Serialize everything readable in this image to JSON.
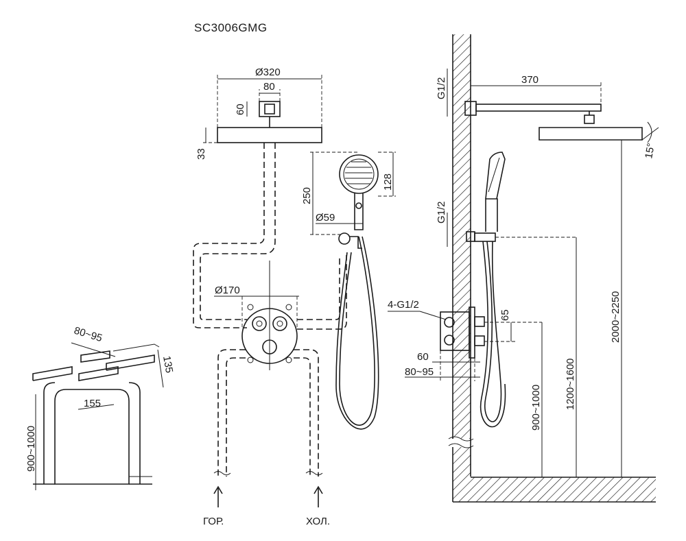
{
  "title": "SC3006GMG",
  "front": {
    "d320": "Ø320",
    "w80": "80",
    "h60": "60",
    "h33": "33",
    "h250": "250",
    "h128": "128",
    "d59": "Ø59",
    "d170": "Ø170",
    "hot": "ГОР.",
    "cold": "ХОЛ."
  },
  "niche": {
    "d80_95": "80~95",
    "d135": "135",
    "d155": "155",
    "d900_1000": "900~1000"
  },
  "side": {
    "g12_top": "G1/2",
    "w370": "370",
    "angle15": "15°",
    "g12_mid": "G1/2",
    "g12_4": "4-G1/2",
    "d65": "65",
    "d60": "60",
    "d80_95": "80~95",
    "h900_1000": "900~1000",
    "h1200_1600": "1200~1600",
    "h2000_2250": "2000~2250"
  }
}
